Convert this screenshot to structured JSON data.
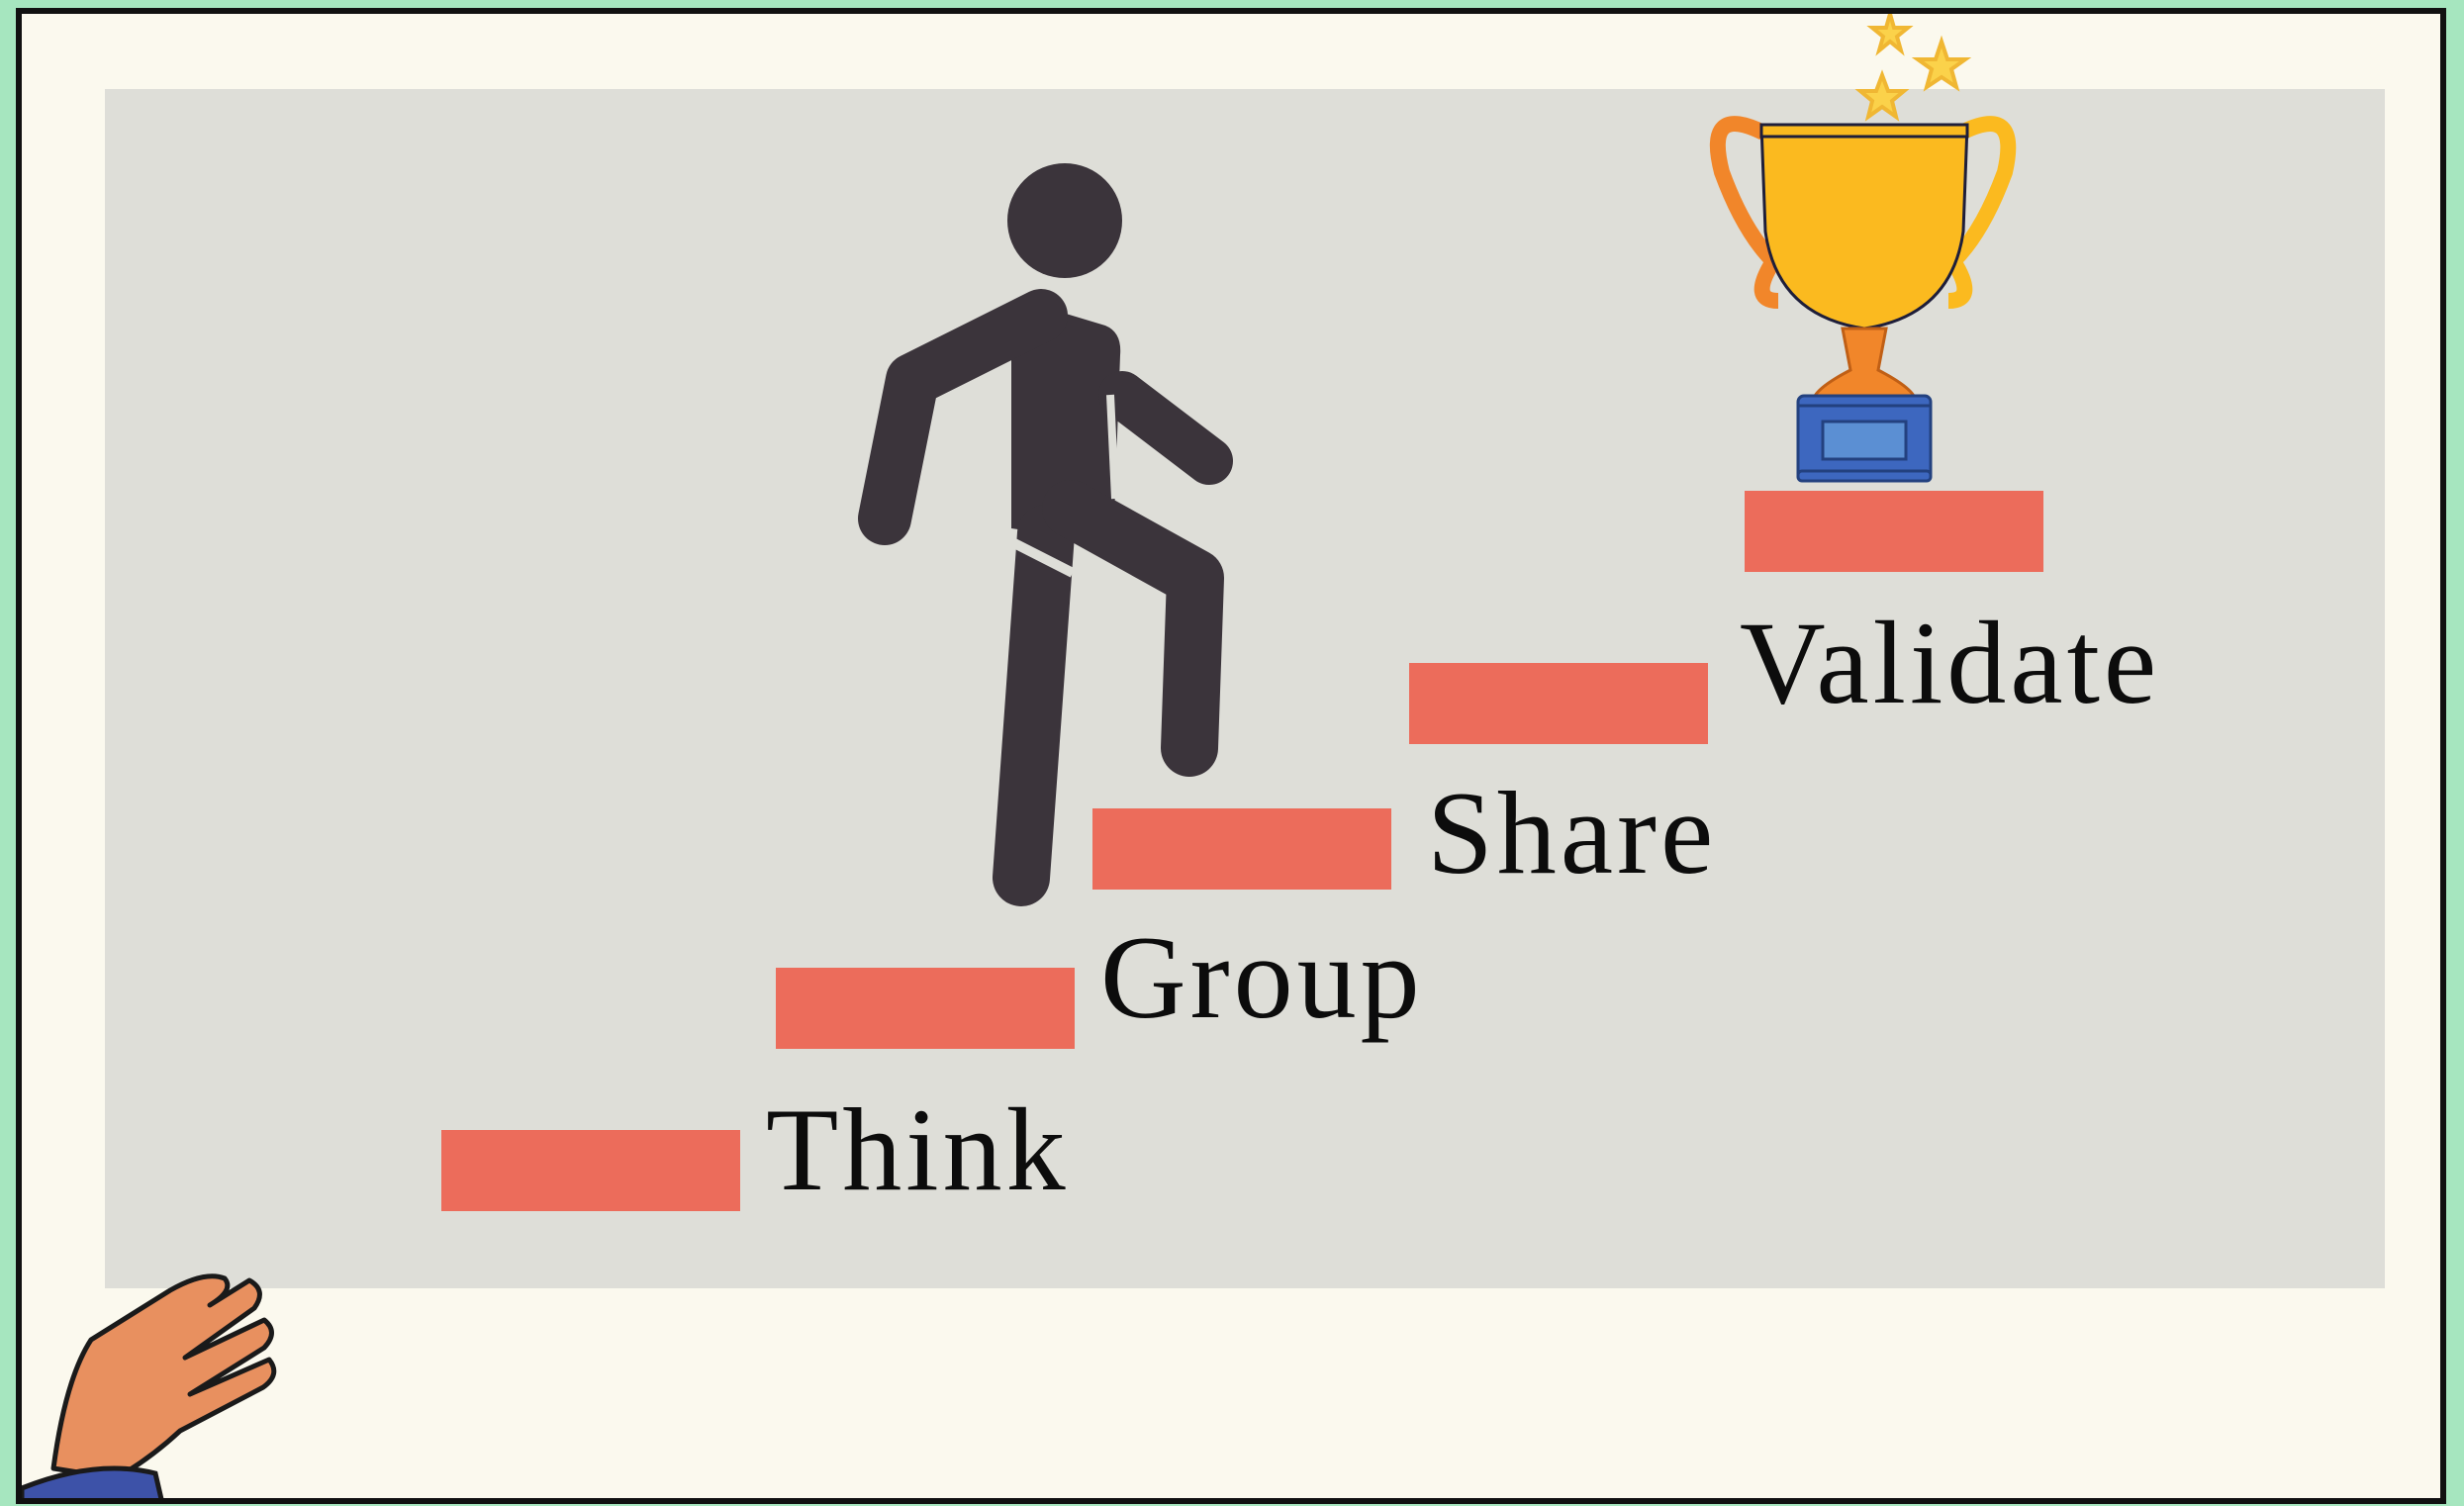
{
  "steps": [
    {
      "label": "Think"
    },
    {
      "label": "Group"
    },
    {
      "label": "Share"
    },
    {
      "label": "Validate"
    }
  ],
  "icons": {
    "climber": "person-climbing-stairs-icon",
    "trophy": "trophy-icon",
    "hand": "waving-hand-icon"
  },
  "colors": {
    "step": "#ec6c5b",
    "panel": "#deded8",
    "background": "#fbf9ee",
    "outer": "#a6e6bf",
    "figure": "#3b343b",
    "trophy_cup": "#fbba1f",
    "trophy_base": "#3d67bf"
  }
}
